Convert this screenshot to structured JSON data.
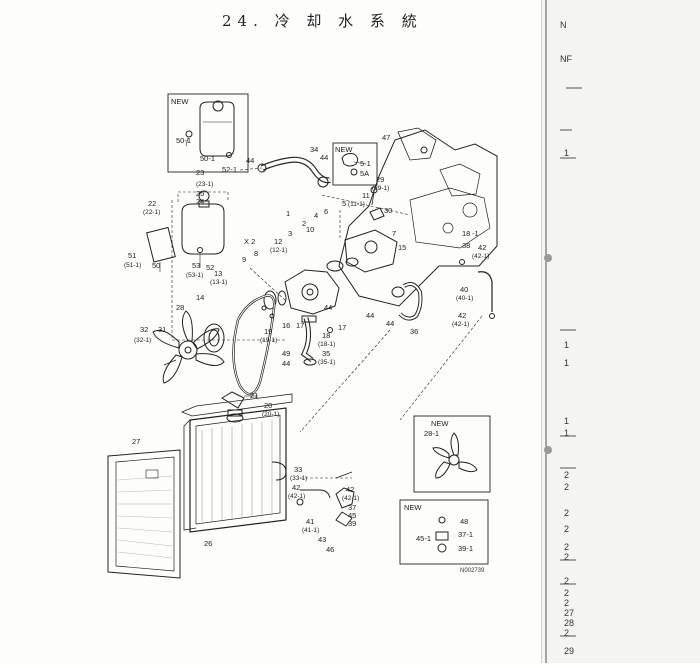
{
  "page_title": "24. 冷 却 水 系 統",
  "drawing_code": "N002739",
  "new_label": "NEW",
  "callouts": {
    "c23": "23",
    "c23b": "(23-1)",
    "c25": "25",
    "c24": "24",
    "c22": "22",
    "c22b": "(22-1)",
    "c50": "50-1",
    "c50b": "50-1",
    "c52": "52-1",
    "c51": "51",
    "c51b": "(51-1)",
    "c50c": "50",
    "c53": "53",
    "c53b": "(53-1)",
    "c52c": "52",
    "c44a": "44",
    "c34": "34",
    "c44b": "44",
    "c5_1": "5-1",
    "c5a": "5A",
    "c47": "47",
    "c29": "29",
    "c29b": "(29-1)",
    "c11": "11",
    "c5": "5",
    "c5b": "(11-1)",
    "c30": "30",
    "c1": "1",
    "c2": "2",
    "c3": "3",
    "c4": "4",
    "c6": "6",
    "c10": "10",
    "c7": "7",
    "c15": "15",
    "c18a": "18",
    "c18b": "-1",
    "c12": "12",
    "c12b": "(12-1)",
    "cx2": "X 2",
    "c8": "8",
    "c9": "9",
    "c13": "13",
    "c13b": "(13-1)",
    "c38": "38",
    "c42a": "42",
    "c42b": "(42-1)",
    "c40": "40",
    "c40b": "(40-1)",
    "c28": "28",
    "c14": "14",
    "c32": "32",
    "c32b": "(32-1)",
    "c31": "31",
    "c19": "19",
    "c19b": "(19-1)",
    "c16": "16",
    "c17": "17",
    "c44c": "44",
    "c17b": "17",
    "c18c": "18",
    "c18d": "(18-1)",
    "c49": "49",
    "c35": "35",
    "c35b": "(35-1)",
    "c44d": "44",
    "c44e": "44",
    "c44f": "44",
    "c36": "36",
    "c42c": "42",
    "c42d": "(42-1)",
    "c21": "21",
    "c20": "20",
    "c20b": "(20-1)",
    "c27": "27",
    "c26": "26",
    "c33": "33",
    "c33b": "(33-1)",
    "c42e": "42",
    "c42f": "(42-1)",
    "c41": "41",
    "c41b": "(41-1)",
    "c43": "43",
    "c46": "46",
    "c42g": "42",
    "c42h": "(42-1)",
    "c37": "37",
    "c45": "45",
    "c39": "39",
    "c28_1": "28-1",
    "c48": "48",
    "c37_1": "37-1",
    "c45_1": "45-1",
    "c39_1": "39-1"
  },
  "edge_fragments": [
    "N",
    "NF",
    "1",
    "1",
    "1",
    "1",
    "1",
    "2",
    "2",
    "2",
    "2",
    "2",
    "2",
    "2",
    "2",
    "2",
    "27",
    "28",
    "2",
    "29"
  ]
}
